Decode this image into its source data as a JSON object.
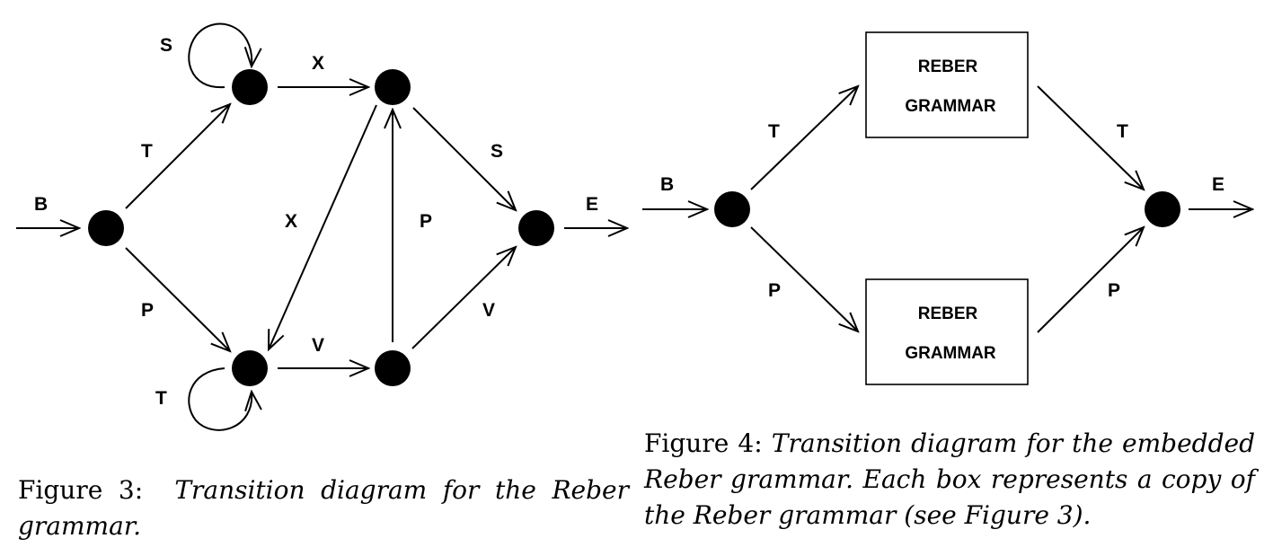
{
  "figure3": {
    "caption_prefix": "Figure 3:",
    "caption_text": "Transition diagram for the Reber grammar.",
    "labels": {
      "B": "B",
      "T_upper": "T",
      "P_lower": "P",
      "S_loop": "S",
      "X_top": "X",
      "X_diag": "X",
      "P_vert": "P",
      "S_right": "S",
      "V_bottom": "V",
      "V_right": "V",
      "T_loop": "T",
      "E": "E"
    }
  },
  "figure4": {
    "caption_prefix": "Figure 4:",
    "caption_text": "Transition diagram for the embedded Reber grammar. Each box represents a copy of the Reber grammar (see Figure 3).",
    "labels": {
      "B": "B",
      "T_left": "T",
      "P_left": "P",
      "T_right": "T",
      "P_right": "P",
      "E": "E"
    },
    "box_top": {
      "line1": "REBER",
      "line2": "GRAMMAR"
    },
    "box_bottom": {
      "line1": "REBER",
      "line2": "GRAMMAR"
    }
  }
}
